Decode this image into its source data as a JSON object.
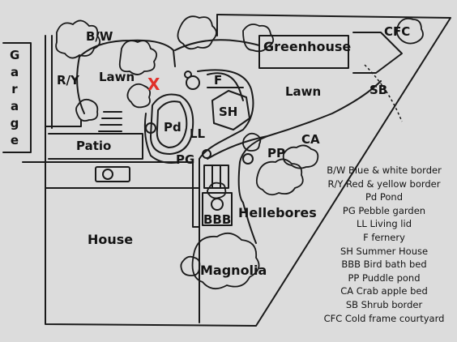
{
  "labels": {
    "garage": "Garage",
    "bw": "B/W",
    "ry": "R/Y",
    "lawn_left": "Lawn",
    "lawn_right": "Lawn",
    "greenhouse": "Greenhouse",
    "cfc": "CFC",
    "f": "F",
    "sh": "SH",
    "pd": "Pd",
    "ll": "LL",
    "pg": "PG",
    "patio": "Patio",
    "sb": "SB",
    "ca": "CA",
    "pp": "PP",
    "house": "House",
    "bbb": "BBB",
    "hellebores": "Hellebores",
    "magnolia": "Magnolia",
    "x_mark": "X"
  },
  "legend": [
    "B/W Blue & white border",
    "R/Y Red & yellow border",
    "Pd Pond",
    "PG Pebble garden",
    "LL Living lid",
    "F fernery",
    "SH Summer House",
    "BBB Bird bath bed",
    "PP Puddle pond",
    "CA Crab apple bed",
    "SB Shrub border",
    "CFC Cold frame courtyard"
  ],
  "colors": {
    "paper": "#dcdcdc",
    "ink": "#1a1a1a",
    "marker": "#e0302a"
  }
}
